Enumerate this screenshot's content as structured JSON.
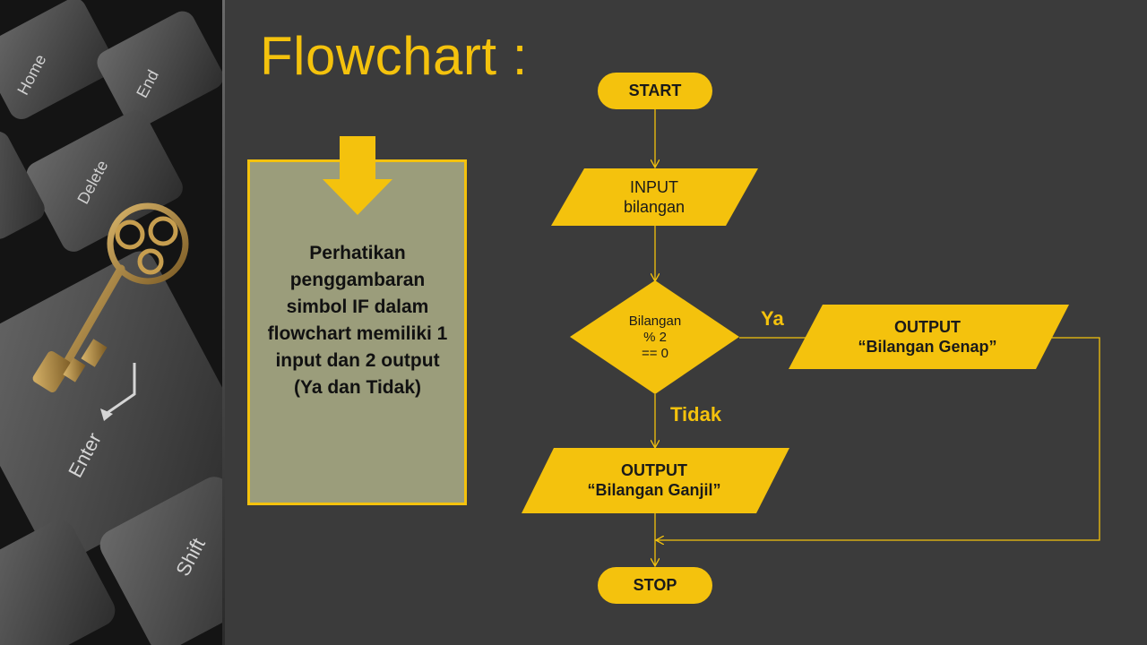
{
  "slide": {
    "title": "Flowchart :",
    "info_text": "Perhatikan penggambaran simbol IF dalam flowchart memiliki 1 input dan 2 output (Ya dan Tidak)"
  },
  "flowchart": {
    "start": "START",
    "input_line1": "INPUT",
    "input_line2": "bilangan",
    "decision_line1": "Bilangan",
    "decision_line2": "% 2",
    "decision_line3": "== 0",
    "yes_label": "Ya",
    "no_label": "Tidak",
    "output_even_line1": "OUTPUT",
    "output_even_line2": "“Bilangan Genap”",
    "output_odd_line1": "OUTPUT",
    "output_odd_line2": "“Bilangan Ganjil”",
    "stop": "STOP"
  },
  "background_photo": {
    "key_labels": [
      "Home",
      "End",
      "Delete",
      "Enter",
      "Shift"
    ]
  },
  "colors": {
    "accent": "#f4c20d",
    "background": "#3b3b3b",
    "info_box": "#9b9d7b"
  }
}
